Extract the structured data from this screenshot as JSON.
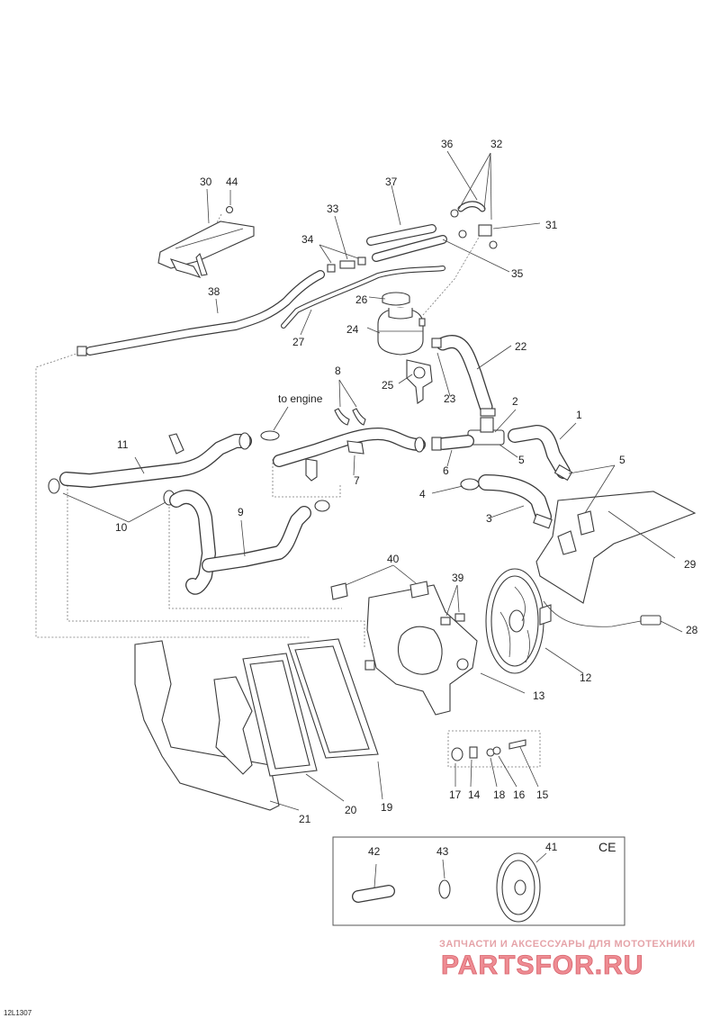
{
  "diagram": {
    "callouts": [
      {
        "id": "c1",
        "text": "1"
      },
      {
        "id": "c2",
        "text": "2"
      },
      {
        "id": "c3",
        "text": "3"
      },
      {
        "id": "c4",
        "text": "4"
      },
      {
        "id": "c5a",
        "text": "5"
      },
      {
        "id": "c5b",
        "text": "5"
      },
      {
        "id": "c6",
        "text": "6"
      },
      {
        "id": "c7",
        "text": "7"
      },
      {
        "id": "c8",
        "text": "8"
      },
      {
        "id": "c9",
        "text": "9"
      },
      {
        "id": "c10",
        "text": "10"
      },
      {
        "id": "c11",
        "text": "11"
      },
      {
        "id": "c12",
        "text": "12"
      },
      {
        "id": "c13",
        "text": "13"
      },
      {
        "id": "c14",
        "text": "14"
      },
      {
        "id": "c15",
        "text": "15"
      },
      {
        "id": "c16",
        "text": "16"
      },
      {
        "id": "c17",
        "text": "17"
      },
      {
        "id": "c18",
        "text": "18"
      },
      {
        "id": "c19",
        "text": "19"
      },
      {
        "id": "c20",
        "text": "20"
      },
      {
        "id": "c21",
        "text": "21"
      },
      {
        "id": "c22",
        "text": "22"
      },
      {
        "id": "c23",
        "text": "23"
      },
      {
        "id": "c24",
        "text": "24"
      },
      {
        "id": "c25",
        "text": "25"
      },
      {
        "id": "c26",
        "text": "26"
      },
      {
        "id": "c27",
        "text": "27"
      },
      {
        "id": "c28",
        "text": "28"
      },
      {
        "id": "c29",
        "text": "29"
      },
      {
        "id": "c30",
        "text": "30"
      },
      {
        "id": "c31",
        "text": "31"
      },
      {
        "id": "c32",
        "text": "32"
      },
      {
        "id": "c33",
        "text": "33"
      },
      {
        "id": "c34",
        "text": "34"
      },
      {
        "id": "c35",
        "text": "35"
      },
      {
        "id": "c36",
        "text": "36"
      },
      {
        "id": "c37",
        "text": "37"
      },
      {
        "id": "c38",
        "text": "38"
      },
      {
        "id": "c39",
        "text": "39"
      },
      {
        "id": "c40",
        "text": "40"
      },
      {
        "id": "c41",
        "text": "41"
      },
      {
        "id": "c42",
        "text": "42"
      },
      {
        "id": "c43",
        "text": "43"
      },
      {
        "id": "c44",
        "text": "44"
      }
    ],
    "to_engine_label": "to engine",
    "ce_label": "CE",
    "drawing_ref": "12L1307"
  },
  "watermark": {
    "tagline": "ЗАПЧАСТИ И АКСЕССУАРЫ ДЛЯ МОТОТЕХНИКИ",
    "brand": "PARTSFOR.RU",
    "color": "#ee8c93"
  }
}
